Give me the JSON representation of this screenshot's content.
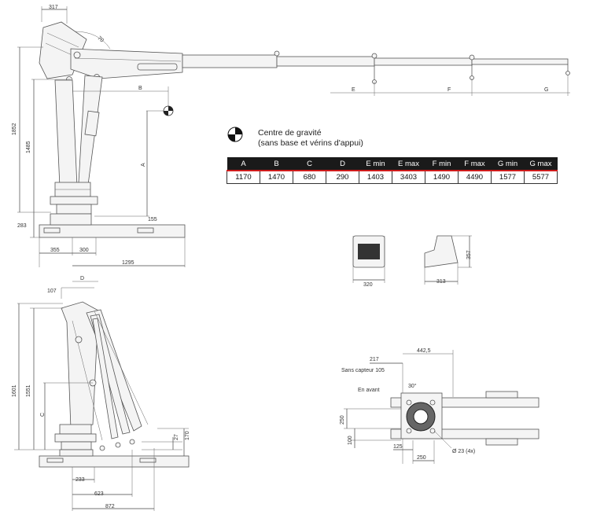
{
  "cog": {
    "line1": "Centre de gravité",
    "line2": "(sans base et vérins d'appui)",
    "columns": [
      "A",
      "B",
      "C",
      "D",
      "E min",
      "E max",
      "F min",
      "F max",
      "G min",
      "G max"
    ],
    "values": [
      "1170",
      "1470",
      "680",
      "290",
      "1403",
      "3403",
      "1490",
      "4490",
      "1577",
      "5577"
    ]
  },
  "side_view": {
    "dims": {
      "top_317": "317",
      "angle_70": "70",
      "b": "B",
      "a": "A",
      "e": "E",
      "f": "F",
      "g": "G",
      "h1852": "1852",
      "h1485": "1485",
      "h155": "155",
      "h283": "283",
      "w355": "355",
      "w300": "300",
      "w1295": "1295"
    }
  },
  "controls": {
    "w320": "320",
    "w313": "313",
    "h357": "357"
  },
  "folded_view": {
    "dims": {
      "w107": "107",
      "d": "D",
      "h1601": "1601",
      "h1551": "1551",
      "c": "C",
      "h27": "27",
      "h170": "170",
      "w233": "233",
      "w623": "623",
      "w872": "872"
    }
  },
  "top_view": {
    "dims": {
      "w442": "442,5",
      "w217": "217",
      "sensor": "Sans capteur 105",
      "angle": "30°",
      "front": "En avant",
      "h250": "250",
      "h100": "100",
      "w125": "125",
      "w250": "250",
      "hole": "Ø 23  (4x)"
    }
  }
}
